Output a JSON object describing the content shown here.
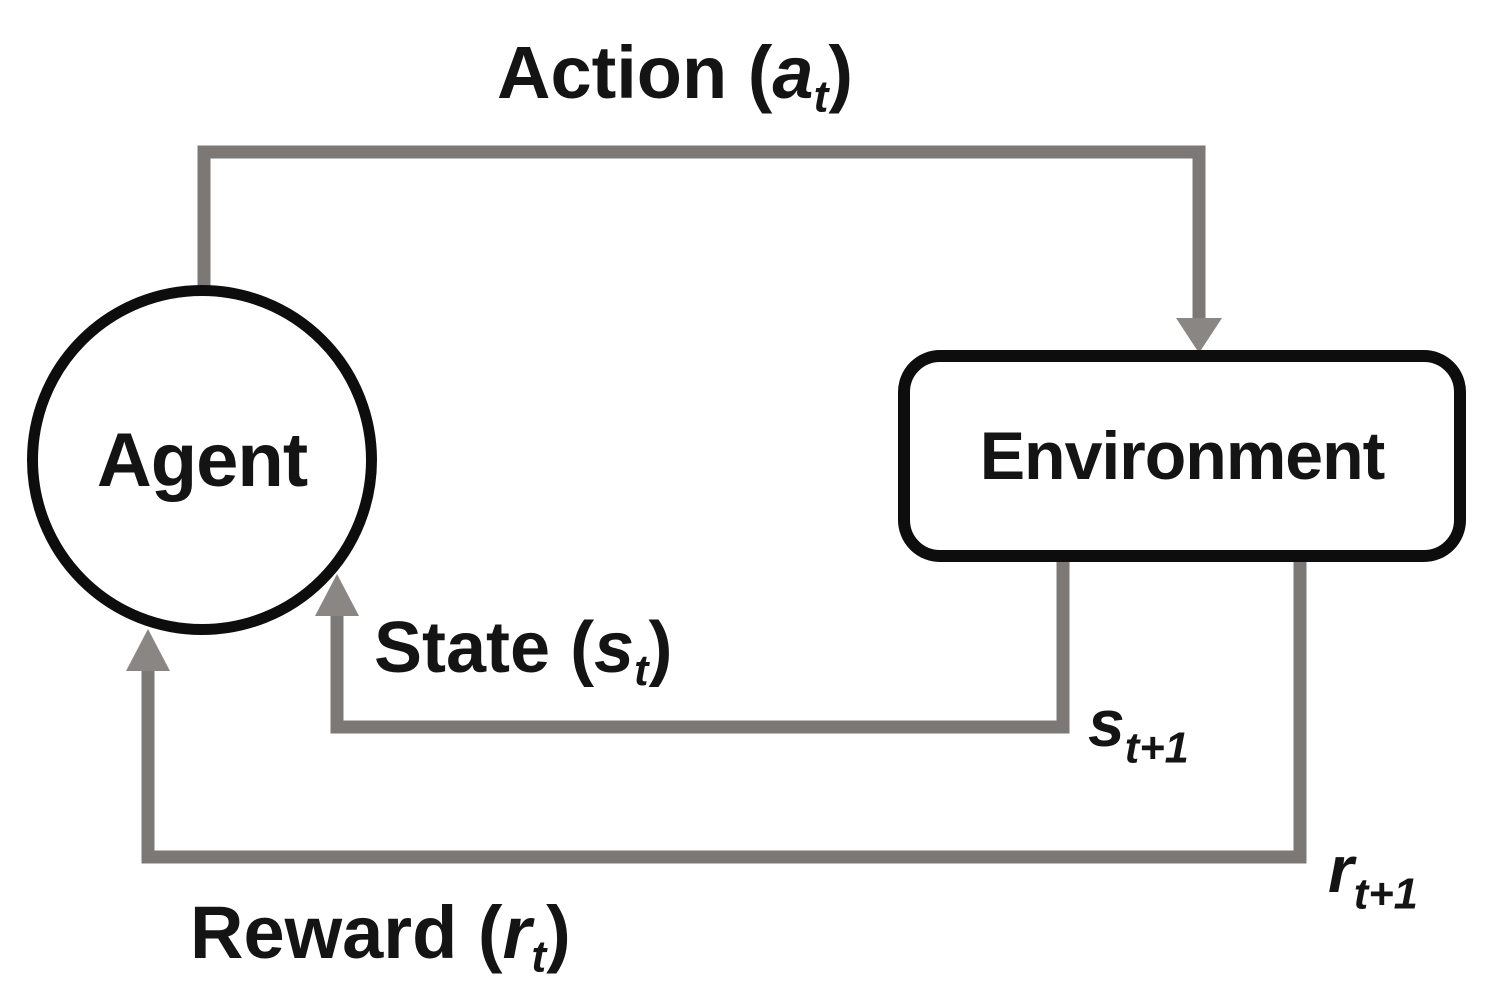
{
  "diagram": {
    "type": "flow-diagram",
    "topic": "reinforcement-learning agent-environment loop",
    "nodes": {
      "agent": {
        "label": "Agent",
        "shape": "circle"
      },
      "environment": {
        "label": "Environment",
        "shape": "rounded-rectangle"
      }
    },
    "edges": {
      "action": {
        "from": "agent",
        "to": "environment",
        "prefix": "Action (",
        "variable": "a",
        "subscript": "t",
        "suffix": ")"
      },
      "state": {
        "from": "environment",
        "to": "agent",
        "prefix": "State (",
        "variable": "s",
        "subscript": "t",
        "suffix": ")"
      },
      "reward": {
        "from": "environment",
        "to": "agent",
        "prefix": "Reward (",
        "variable": "r",
        "subscript": "t",
        "suffix": ")"
      },
      "next_state": {
        "variable": "s",
        "subscript": "t+1"
      },
      "next_reward": {
        "variable": "r",
        "subscript": "t+1"
      }
    },
    "colors": {
      "line_gray": "#7c7876",
      "arrow_gray": "#8a8684",
      "node_black": "#0d0d0d",
      "text_black": "#141414",
      "background": "#ffffff"
    }
  }
}
